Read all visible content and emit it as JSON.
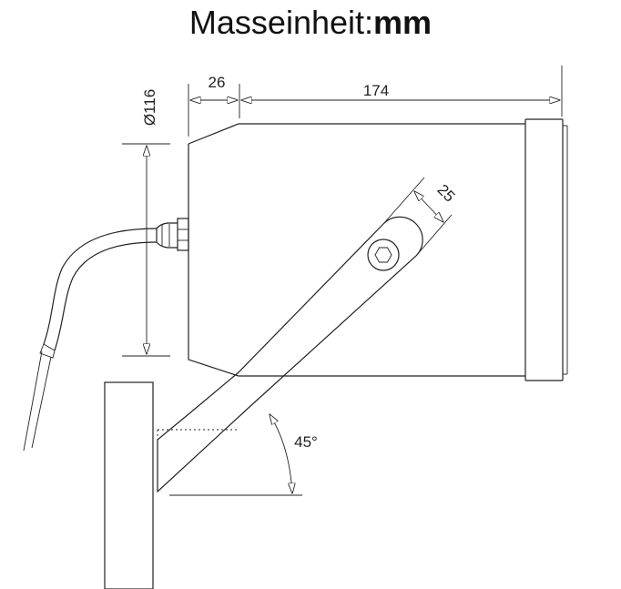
{
  "title": {
    "label": "Masseinheit:",
    "unit": "mm"
  },
  "dimensions": {
    "flange_length": "26",
    "body_length": "174",
    "diameter": "Ø116",
    "bracket_width": "25",
    "tilt_angle": "45°"
  }
}
